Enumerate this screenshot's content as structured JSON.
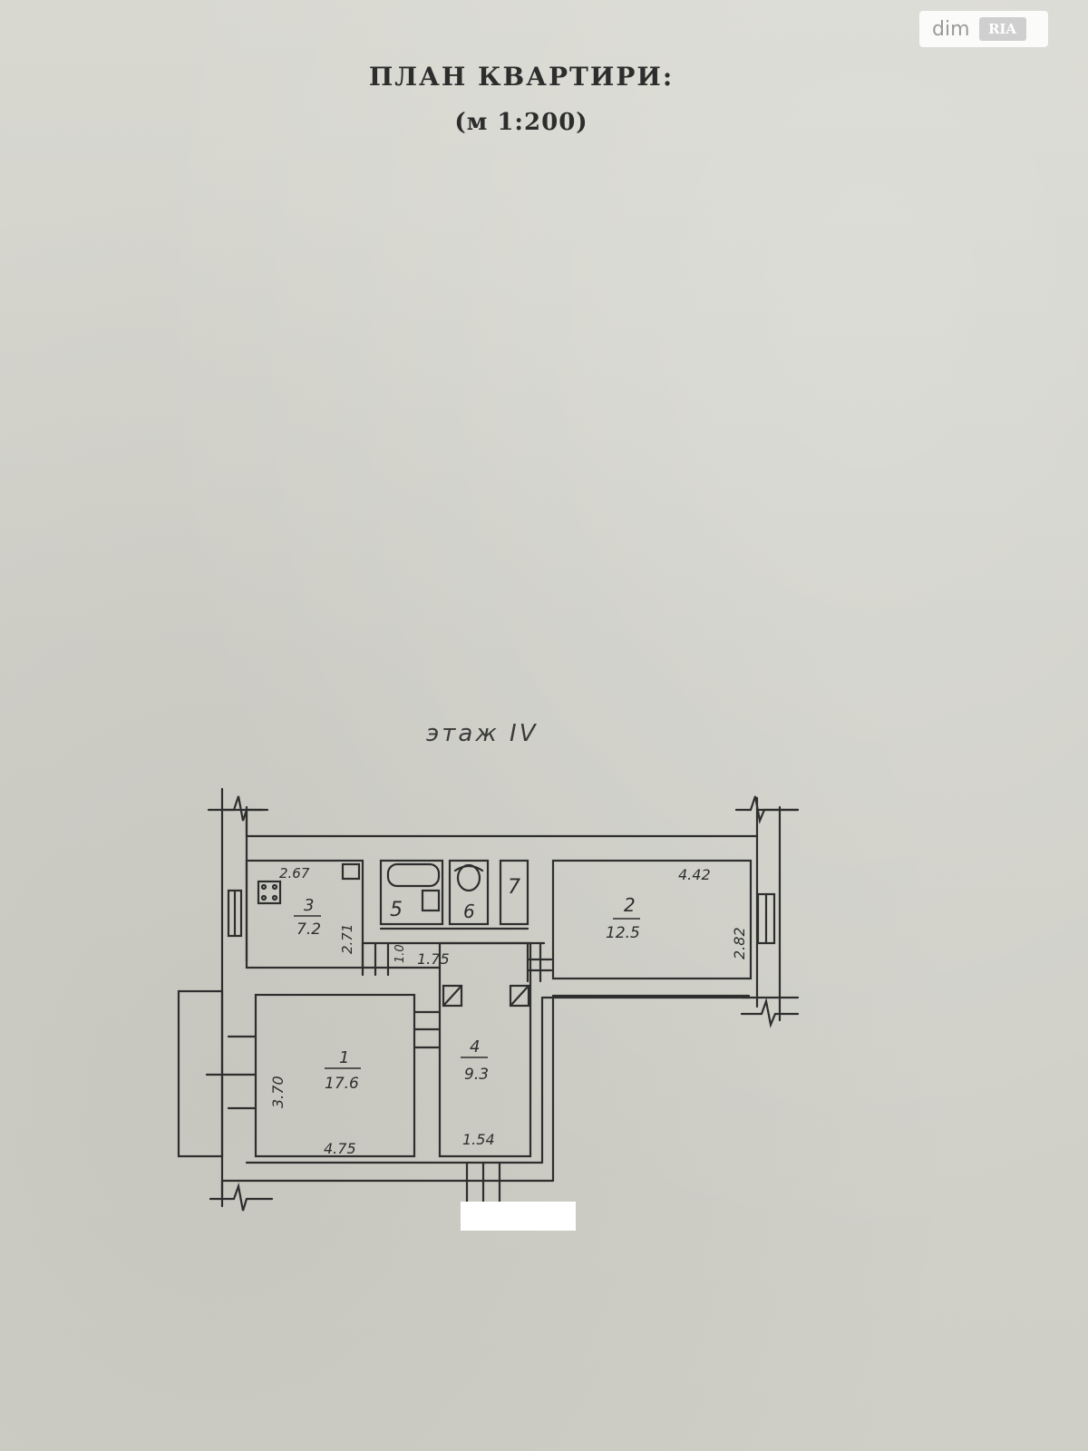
{
  "document": {
    "title": "ПЛАН КВАРТИРИ:",
    "scale": "(м 1:200)",
    "floor_label": "этаж IV"
  },
  "watermark": {
    "brand": "dim",
    "badge": "RIA"
  },
  "rooms": [
    {
      "number": "1",
      "area": "17.6",
      "dim_a": "3.70",
      "dim_b": "4.75"
    },
    {
      "number": "2",
      "area": "12.5",
      "dim_a": "4.42",
      "dim_b": "2.82"
    },
    {
      "number": "3",
      "area": "7.2",
      "dim_a": "2.67",
      "dim_b": "2.71"
    },
    {
      "number": "4",
      "area": "9.3",
      "dim_a": "1.75",
      "dim_b": "1.54"
    },
    {
      "number": "5"
    },
    {
      "number": "6"
    },
    {
      "number": "7"
    }
  ],
  "misc_labels": {
    "closet_dim": "1.0"
  },
  "colors": {
    "paper": "#d3d3cc",
    "ink": "#2e2e2e"
  }
}
